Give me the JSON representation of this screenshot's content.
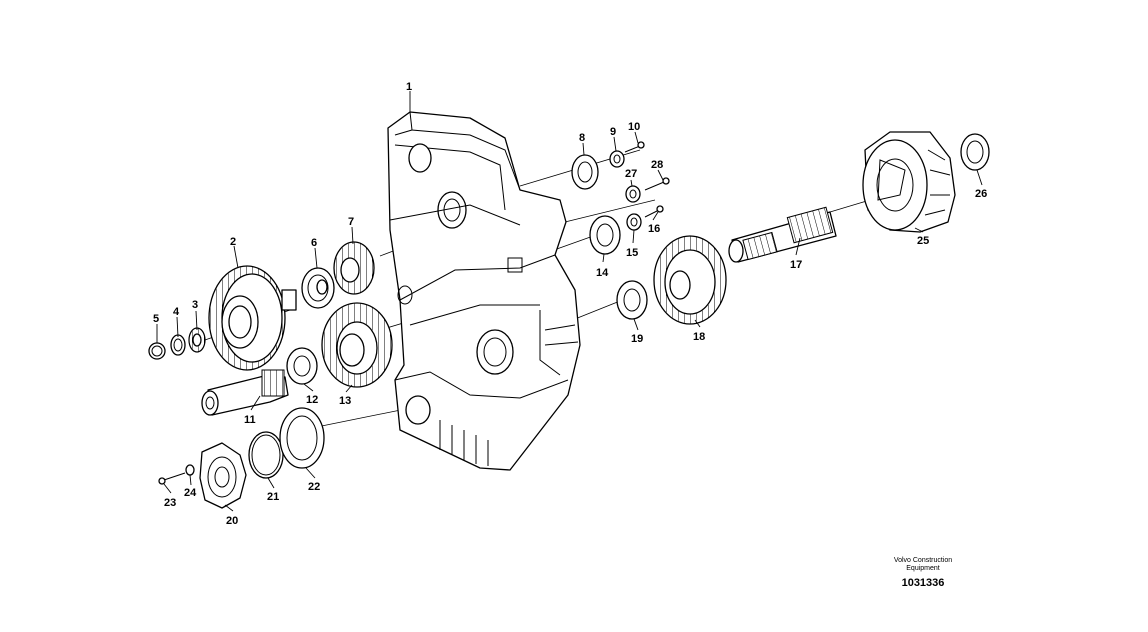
{
  "callouts": [
    "1",
    "2",
    "3",
    "4",
    "5",
    "6",
    "7",
    "8",
    "9",
    "10",
    "11",
    "12",
    "13",
    "14",
    "15",
    "16",
    "17",
    "18",
    "19",
    "20",
    "21",
    "22",
    "23",
    "24",
    "25",
    "26",
    "27",
    "28"
  ],
  "footer": {
    "line1": "Volvo Construction",
    "line2": "Equipment",
    "code": "1031336"
  }
}
